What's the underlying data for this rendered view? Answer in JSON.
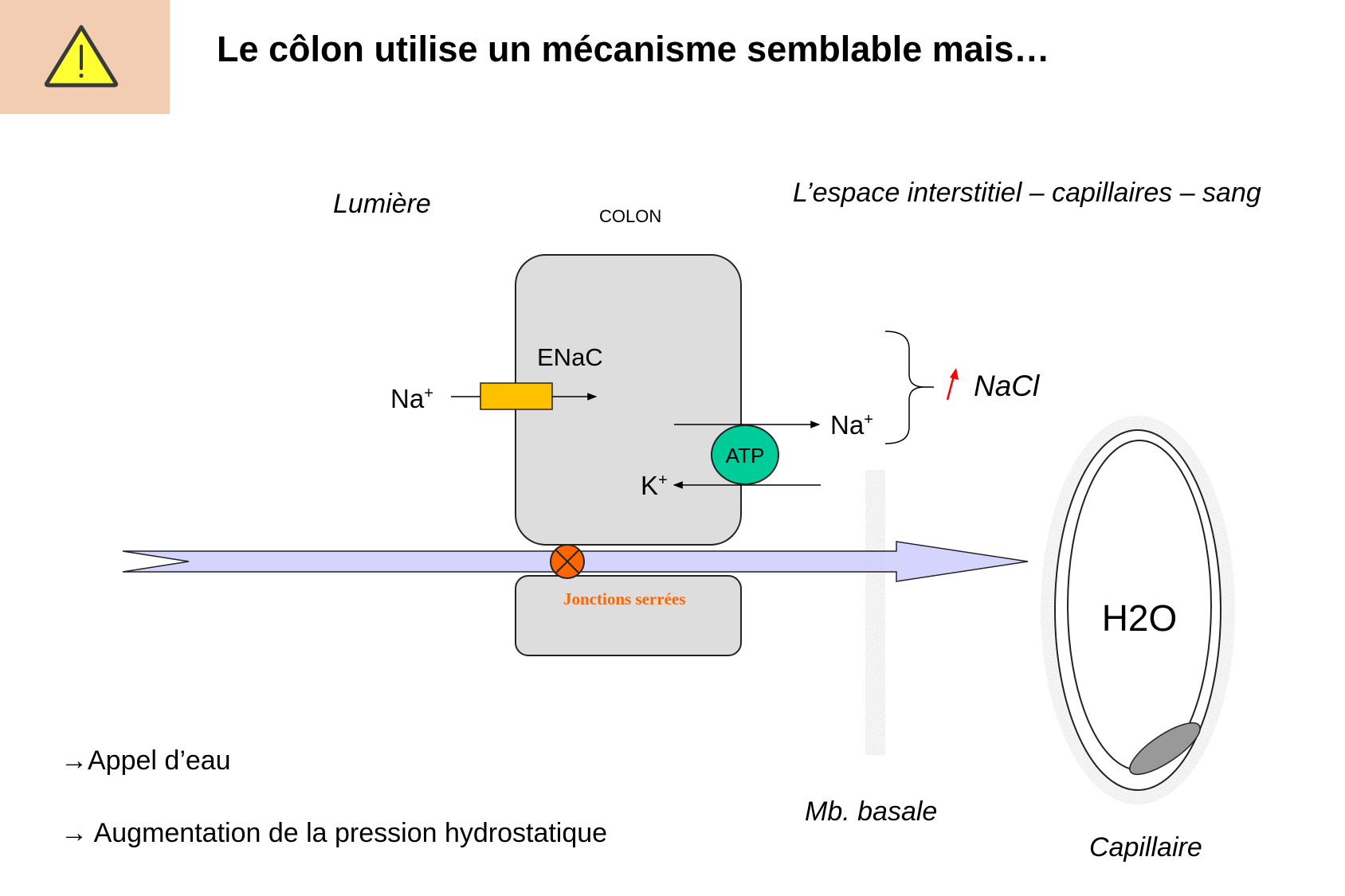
{
  "title": "Le côlon utilise un mécanisme semblable mais…",
  "icons": {
    "warning": "warning-triangle-icon"
  },
  "labels": {
    "lumiere": "Lumière",
    "colon": "COLON",
    "interstitial": "L’espace interstitiel – capillaires – sang",
    "enac": "ENaC",
    "na_left": "Na",
    "na_right": "Na",
    "charge_plus": "+",
    "nacl": "NaCl",
    "atp": "ATP",
    "k": "K",
    "junctions": "Jonctions serrées",
    "h2o": "H2O",
    "mb_basale": "Mb. basale",
    "capillaire": "Capillaire"
  },
  "bullets": [
    "→Appel d’eau",
    "→ Augmentation de la pression hydrostatique"
  ],
  "colors": {
    "warning_box": "#f2cdb2",
    "warning_fill": "#ffff33",
    "cell": "#dddddd",
    "enac_channel": "#ffc000",
    "atp_pump": "#00cc99",
    "water_arrow": "#ccccff",
    "tight_junction": "#ff6600",
    "up_arrow": "#ff0000",
    "membrane": "#aaaaaa",
    "particle": "#999999"
  }
}
